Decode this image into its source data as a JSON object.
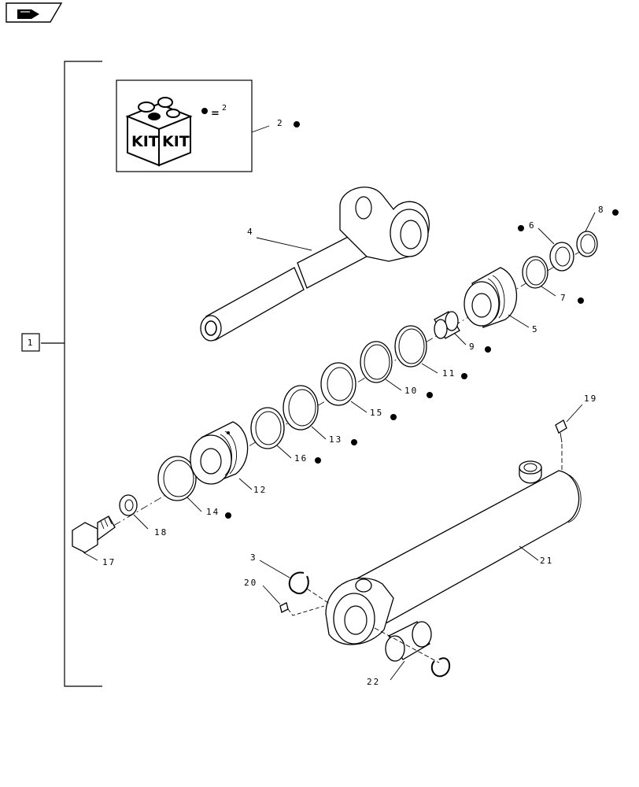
{
  "kit_box": {
    "equals_value": "2",
    "kit_text_left": "KIT",
    "kit_text_right": "KIT"
  },
  "assembly_label": "1",
  "callouts": {
    "c2": "2",
    "c3": "3",
    "c4": "4",
    "c5": "5",
    "c6": "6",
    "c7": "7",
    "c8": "8",
    "c9": "9",
    "c10": "10",
    "c11": "11",
    "c12": "12",
    "c13": "13",
    "c14": "14",
    "c15": "15",
    "c16": "16",
    "c17": "17",
    "c18": "18",
    "c19": "19",
    "c20": "20",
    "c21": "21",
    "c22": "22"
  }
}
